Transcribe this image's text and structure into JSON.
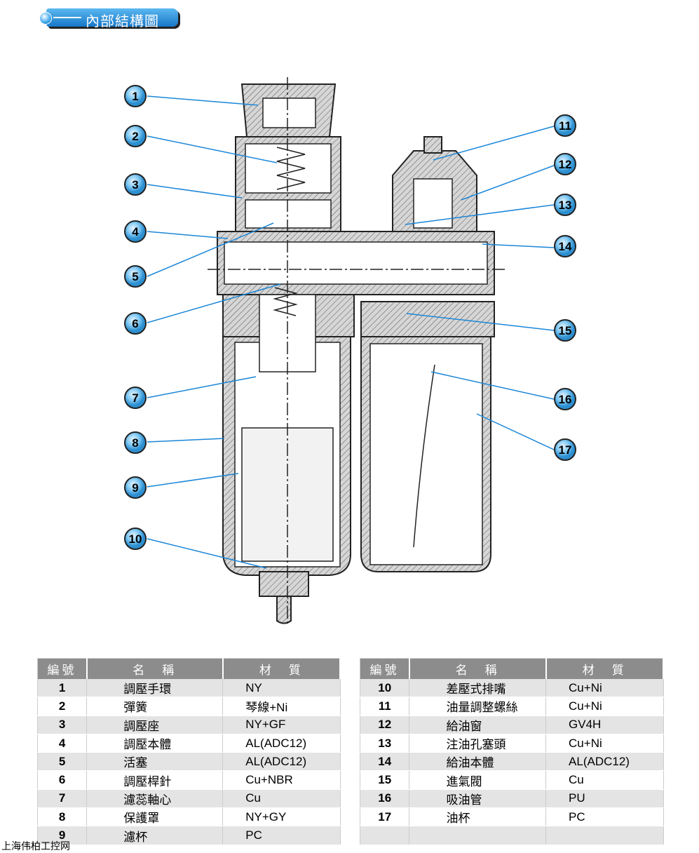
{
  "header": {
    "title": "內部結構圖"
  },
  "callouts_left": [
    "1",
    "2",
    "3",
    "4",
    "5",
    "6",
    "7",
    "8",
    "9",
    "10"
  ],
  "callouts_right": [
    "11",
    "12",
    "13",
    "14",
    "15",
    "16",
    "17"
  ],
  "table_headers": {
    "no": "編號",
    "name": "名　稱",
    "material": "材　質"
  },
  "table_left": [
    {
      "no": "1",
      "name": "調壓手環",
      "material": "NY"
    },
    {
      "no": "2",
      "name": "彈簧",
      "material": "琴線+Ni"
    },
    {
      "no": "3",
      "name": "調壓座",
      "material": "NY+GF"
    },
    {
      "no": "4",
      "name": "調壓本體",
      "material": "AL(ADC12)"
    },
    {
      "no": "5",
      "name": "活塞",
      "material": "AL(ADC12)"
    },
    {
      "no": "6",
      "name": "調壓桿針",
      "material": "Cu+NBR"
    },
    {
      "no": "7",
      "name": "濾蕊軸心",
      "material": "Cu"
    },
    {
      "no": "8",
      "name": "保護罩",
      "material": "NY+GY"
    },
    {
      "no": "9",
      "name": "濾杯",
      "material": "PC"
    }
  ],
  "table_right": [
    {
      "no": "10",
      "name": "差壓式排嘴",
      "material": "Cu+Ni"
    },
    {
      "no": "11",
      "name": "油量調整螺絲",
      "material": "Cu+Ni"
    },
    {
      "no": "12",
      "name": "給油窗",
      "material": "GV4H"
    },
    {
      "no": "13",
      "name": "注油孔塞頭",
      "material": "Cu+Ni"
    },
    {
      "no": "14",
      "name": "給油本體",
      "material": "AL(ADC12)"
    },
    {
      "no": "15",
      "name": "進氣閥",
      "material": "Cu"
    },
    {
      "no": "16",
      "name": "吸油管",
      "material": "PU"
    },
    {
      "no": "17",
      "name": "油杯",
      "material": "PC"
    },
    {
      "no": "",
      "name": "",
      "material": ""
    }
  ],
  "watermark": "上海伟柏工控网",
  "colors": {
    "accent": "#1a86d8",
    "header_gray": "#8c8c8c"
  }
}
